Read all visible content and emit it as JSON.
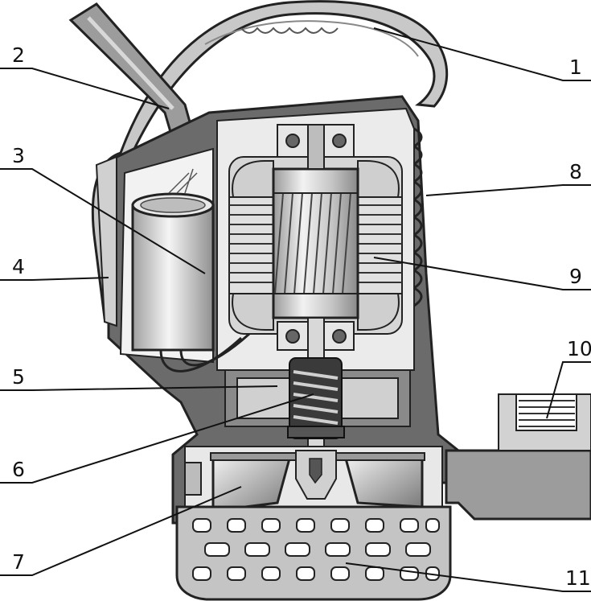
{
  "callouts": [
    {
      "id": "1",
      "label": "1"
    },
    {
      "id": "2",
      "label": "2"
    },
    {
      "id": "3",
      "label": "3"
    },
    {
      "id": "4",
      "label": "4"
    },
    {
      "id": "5",
      "label": "5"
    },
    {
      "id": "6",
      "label": "6"
    },
    {
      "id": "7",
      "label": "7"
    },
    {
      "id": "8",
      "label": "8"
    },
    {
      "id": "9",
      "label": "9"
    },
    {
      "id": "10",
      "label": "10"
    },
    {
      "id": "11",
      "label": "11"
    }
  ],
  "colors": {
    "housing": "#6b6b6b",
    "housing_dark": "#4a4a4a",
    "metal_light": "#d9d9d9",
    "metal_mid": "#b8b8b8",
    "outline": "#222222"
  }
}
